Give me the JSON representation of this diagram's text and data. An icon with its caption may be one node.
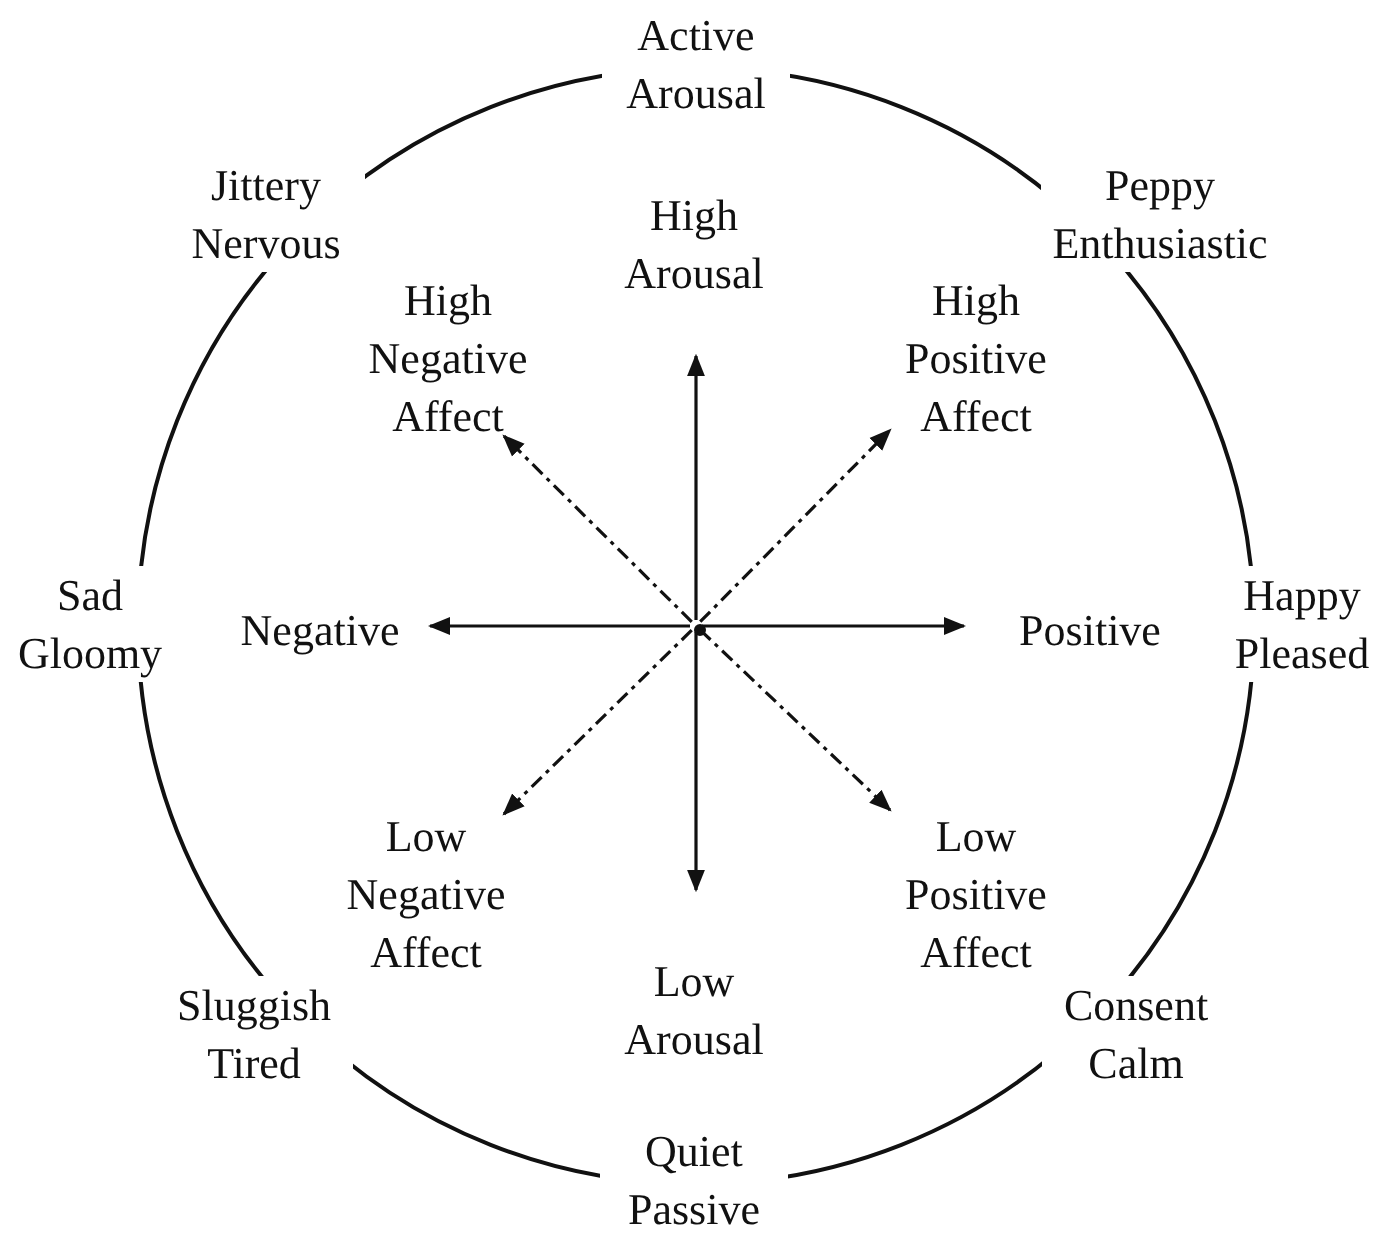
{
  "diagram": {
    "nodes": [
      {
        "text": [],
        "shape": "circle"
      },
      {
        "text": [
          "High Arousal"
        ],
        "in": 0
      },
      {
        "text": [
          "High Negative Affect"
        ],
        "in": 0
      },
      {
        "text": [
          "High Positive Affect"
        ],
        "in": 0
      },
      {
        "text": [
          "Negative"
        ],
        "in": 0
      },
      {
        "text": [],
        "shape": "circle",
        "in": 0
      },
      {
        "text": [
          "Positive"
        ],
        "in": 0
      },
      {
        "text": [
          "Low Negative Affect"
        ],
        "in": 0
      },
      {
        "text": [
          "Low Positive Affect"
        ],
        "in": 0
      },
      {
        "text": [
          "Low Arousal"
        ],
        "in": 0
      }
    ],
    "edges": [
      {
        "from": 5,
        "to": 1,
        "arrow": "to"
      },
      {
        "from": 5,
        "to": 9,
        "arrow": "to"
      },
      {
        "from": 5,
        "to": 4,
        "arrow": "to"
      },
      {
        "from": 5,
        "to": 6,
        "arrow": "to"
      },
      {
        "from": 5,
        "to": 2,
        "arrow": "to",
        "style": "dashed"
      },
      {
        "from": 5,
        "to": 3,
        "arrow": "to",
        "style": "dashed"
      },
      {
        "from": 5,
        "to": 7,
        "arrow": "to",
        "style": "dashed"
      },
      {
        "from": 5,
        "to": 8,
        "arrow": "to",
        "style": "dashed"
      }
    ],
    "labels": [
      "Active Arousal",
      "Jittery Nervous",
      "Peppy Enthusiastic",
      "Sad Gloomy",
      "Happy Pleased",
      "Sluggish Tired",
      "Consent Calm",
      "Quiet Passive"
    ]
  }
}
